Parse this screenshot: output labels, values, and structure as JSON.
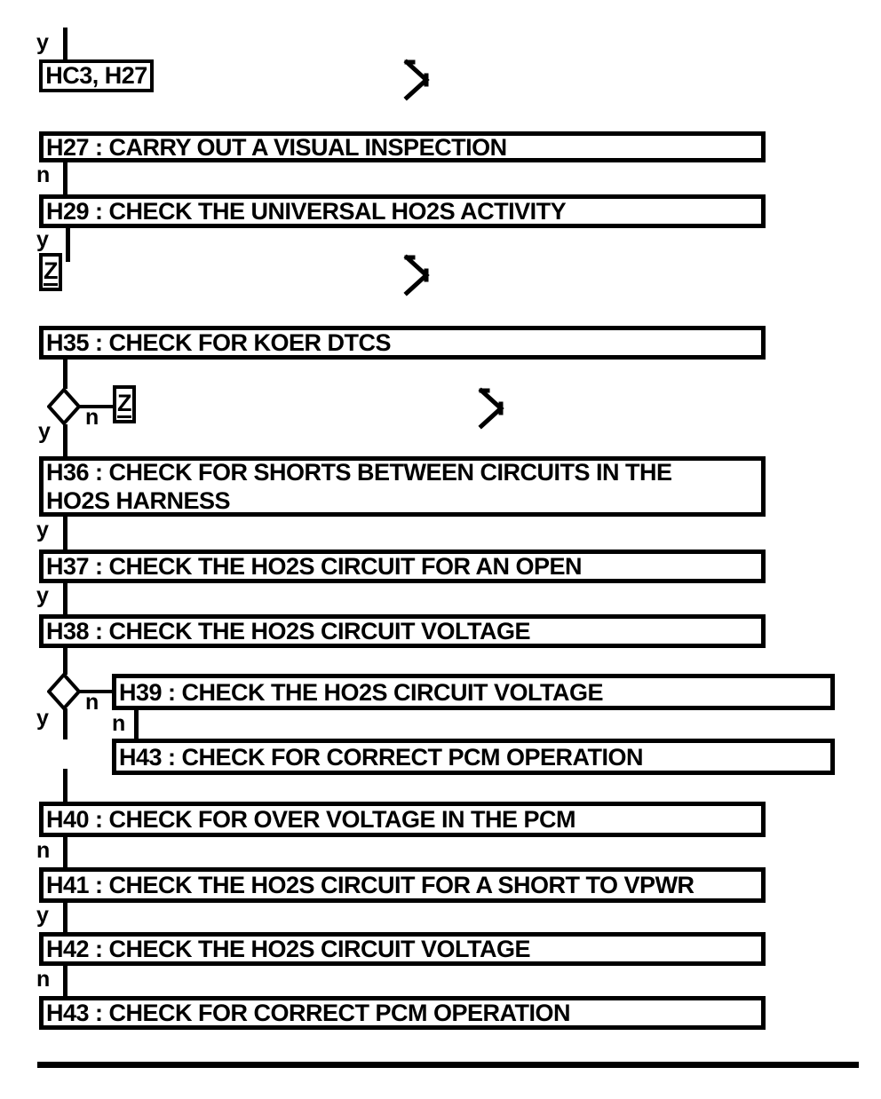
{
  "diagram": {
    "title_context": "HO2S diagnostic pinpoint test flowchart",
    "entry_connector": {
      "label": "HC3, H27"
    },
    "offpage_connectors": {
      "z1": "Z",
      "z2": "Z"
    },
    "branch_labels": {
      "top_y": "y",
      "h27_n": "n",
      "h29_y": "y",
      "d1_n": "n",
      "d1_y": "y",
      "h36_y": "y",
      "h37_y": "y",
      "d2_n": "n",
      "d2_y": "y",
      "h39_n": "n",
      "h40_n": "n",
      "h41_y": "y",
      "h42_n": "n"
    },
    "steps": {
      "h27": "H27 : CARRY OUT A VISUAL INSPECTION",
      "h29": "H29 : CHECK THE UNIVERSAL HO2S ACTIVITY",
      "h35": "H35 : CHECK FOR KOER DTCS",
      "h36_line1": "H36 : CHECK FOR SHORTS BETWEEN CIRCUITS IN THE",
      "h36_line2": "HO2S HARNESS",
      "h37": "H37 : CHECK THE HO2S CIRCUIT FOR AN OPEN",
      "h38": "H38 : CHECK THE HO2S CIRCUIT VOLTAGE",
      "h39": "H39 : CHECK THE HO2S CIRCUIT VOLTAGE",
      "h43a": "H43 : CHECK FOR CORRECT PCM OPERATION",
      "h40": "H40 : CHECK FOR OVER VOLTAGE IN THE PCM",
      "h41": "H41 : CHECK THE HO2S CIRCUIT FOR A SHORT TO VPWR",
      "h42": "H42 : CHECK THE HO2S CIRCUIT VOLTAGE",
      "h43b": "H43 : CHECK FOR CORRECT PCM OPERATION"
    },
    "colors": {
      "ink": "#000000",
      "background": "#ffffff"
    }
  }
}
